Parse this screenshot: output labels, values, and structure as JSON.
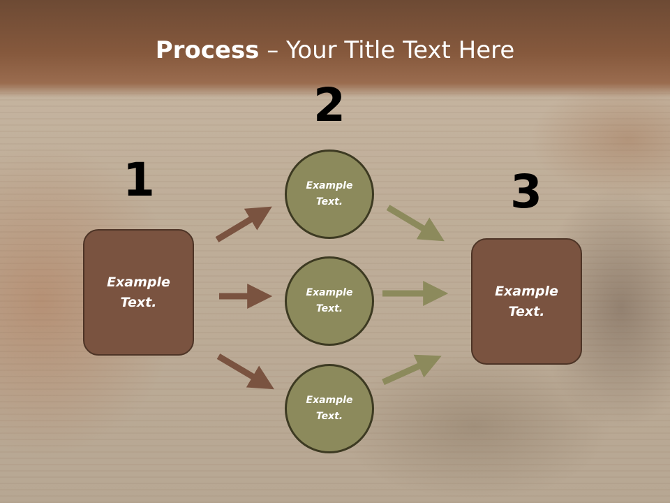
{
  "slide": {
    "title_bold": "Process",
    "title_rest": " – Your Title Text Here"
  },
  "steps": {
    "n1": "1",
    "n2": "2",
    "n3": "3"
  },
  "nodes": {
    "left_box": "Example\nText.",
    "right_box": "Example\nText.",
    "circle_top": "Example\nText.",
    "circle_middle": "Example\nText.",
    "circle_bottom": "Example\nText."
  },
  "colors": {
    "title_band": "#86593d",
    "box_fill": "#7a5340",
    "circle_fill": "#8c8a5c",
    "arrow_brown": "#7a5340",
    "arrow_olive": "#8c8a5c"
  }
}
